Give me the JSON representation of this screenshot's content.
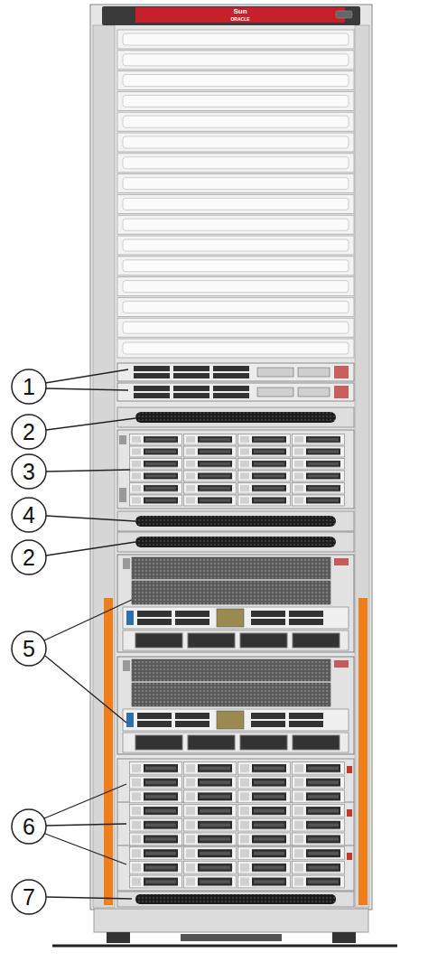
{
  "diagram": {
    "labels": [
      "Sun",
      "ORACLE",
      "1",
      "2",
      "3",
      "4",
      "2",
      "5",
      "6",
      "7"
    ]
  }
}
